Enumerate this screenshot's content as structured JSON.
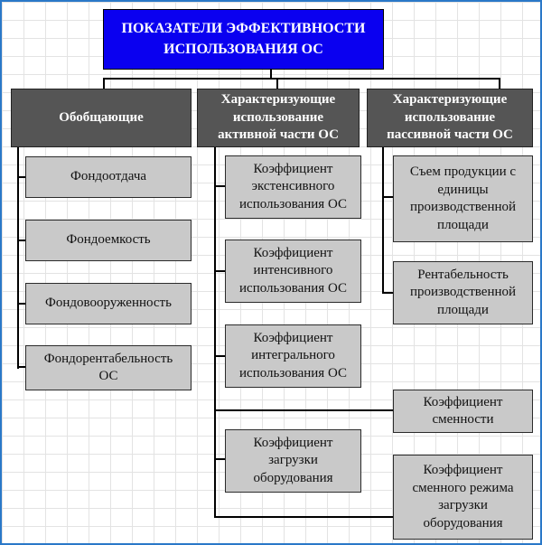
{
  "title": "ПОКАЗАТЕЛИ ЭФФЕКТИВНОСТИ\nИСПОЛЬЗОВАНИЯ ОС",
  "colors": {
    "title_bg": "#0a00f0",
    "header_bg": "#555555",
    "item_bg": "#c9c9c9"
  },
  "categories": [
    {
      "label": "Обобщающие",
      "items": [
        "Фондоотдача",
        "Фондоемкость",
        "Фондовооруженность",
        "Фондорентабельность\nОС"
      ]
    },
    {
      "label": "Характеризующие\nиспользование\nактивной части ОС",
      "items": [
        "Коэффициент\nэкстенсивного\nиспользования ОС",
        "Коэффициент\nинтенсивного\nиспользования ОС",
        "Коэффициент\nинтегрального\nиспользования ОС",
        "Коэффициент\nзагрузки\nоборудования"
      ]
    },
    {
      "label": "Характеризующие\nиспользование\nпассивной части ОС",
      "items": [
        "Съем продукции  с\nединицы\nпроизводственной\nплощади",
        "Рентабельность\nпроизводственной\nплощади"
      ]
    }
  ],
  "shared_items": [
    "Коэффициент\nсменности",
    "Коэффициент\nсменного режима\nзагрузки\nоборудования"
  ]
}
